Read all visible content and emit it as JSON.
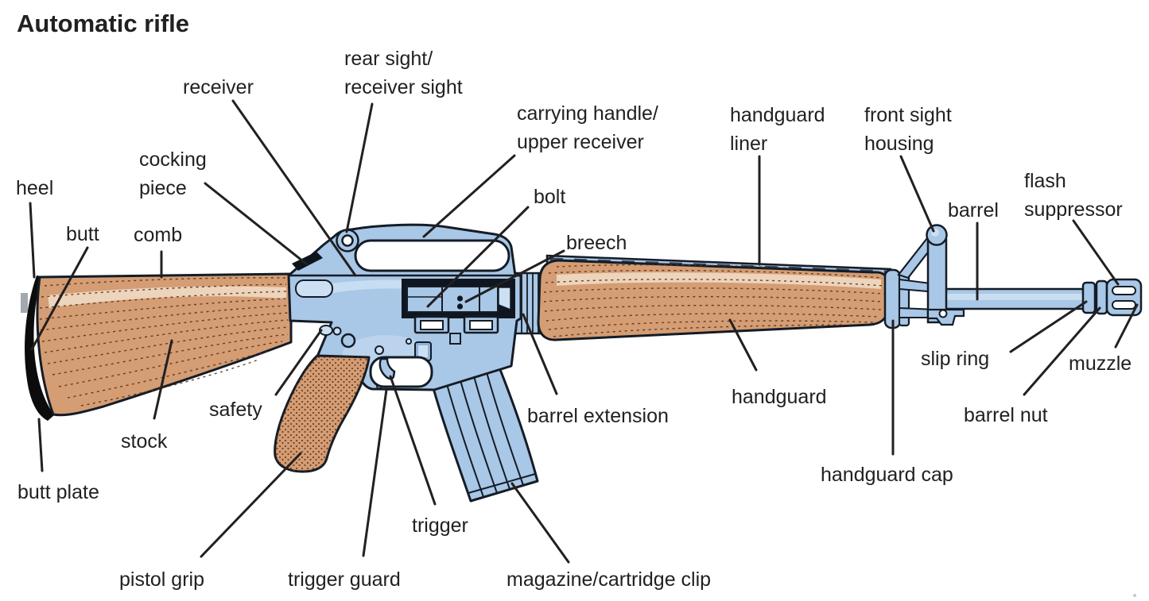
{
  "title": "Automatic rifle",
  "figure_subject": "labeled diagram of an automatic rifle (M16-style)",
  "colors": {
    "background": "#ffffff",
    "metal_fill": "#a9c7e6",
    "metal_light": "#cde0f3",
    "metal_mid": "#8fb3da",
    "outline": "#141c26",
    "wood_fill": "#d49d74",
    "wood_light": "#eed7c0",
    "wood_grain": "#5b3117",
    "butt_plate_black": "#0c0c0c",
    "label_text": "#232020",
    "leader_line": "#232020"
  },
  "labels": {
    "heel": "heel",
    "butt": "butt",
    "comb": "comb",
    "cocking_piece": "cocking\npiece",
    "receiver": "receiver",
    "rear_sight": "rear sight/\nreceiver sight",
    "carrying_handle": "carrying handle/\nupper receiver",
    "bolt": "bolt",
    "breech": "breech",
    "handguard_liner": "handguard\nliner",
    "front_sight_housing": "front sight\nhousing",
    "barrel": "barrel",
    "flash_suppressor": "flash\nsuppressor",
    "slip_ring": "slip ring",
    "muzzle": "muzzle",
    "barrel_nut": "barrel nut",
    "handguard": "handguard",
    "handguard_cap": "handguard cap",
    "barrel_extension": "barrel extension",
    "safety": "safety",
    "stock": "stock",
    "butt_plate": "butt plate",
    "pistol_grip": "pistol grip",
    "trigger": "trigger",
    "trigger_guard": "trigger guard",
    "magazine": "magazine/cartridge clip"
  }
}
